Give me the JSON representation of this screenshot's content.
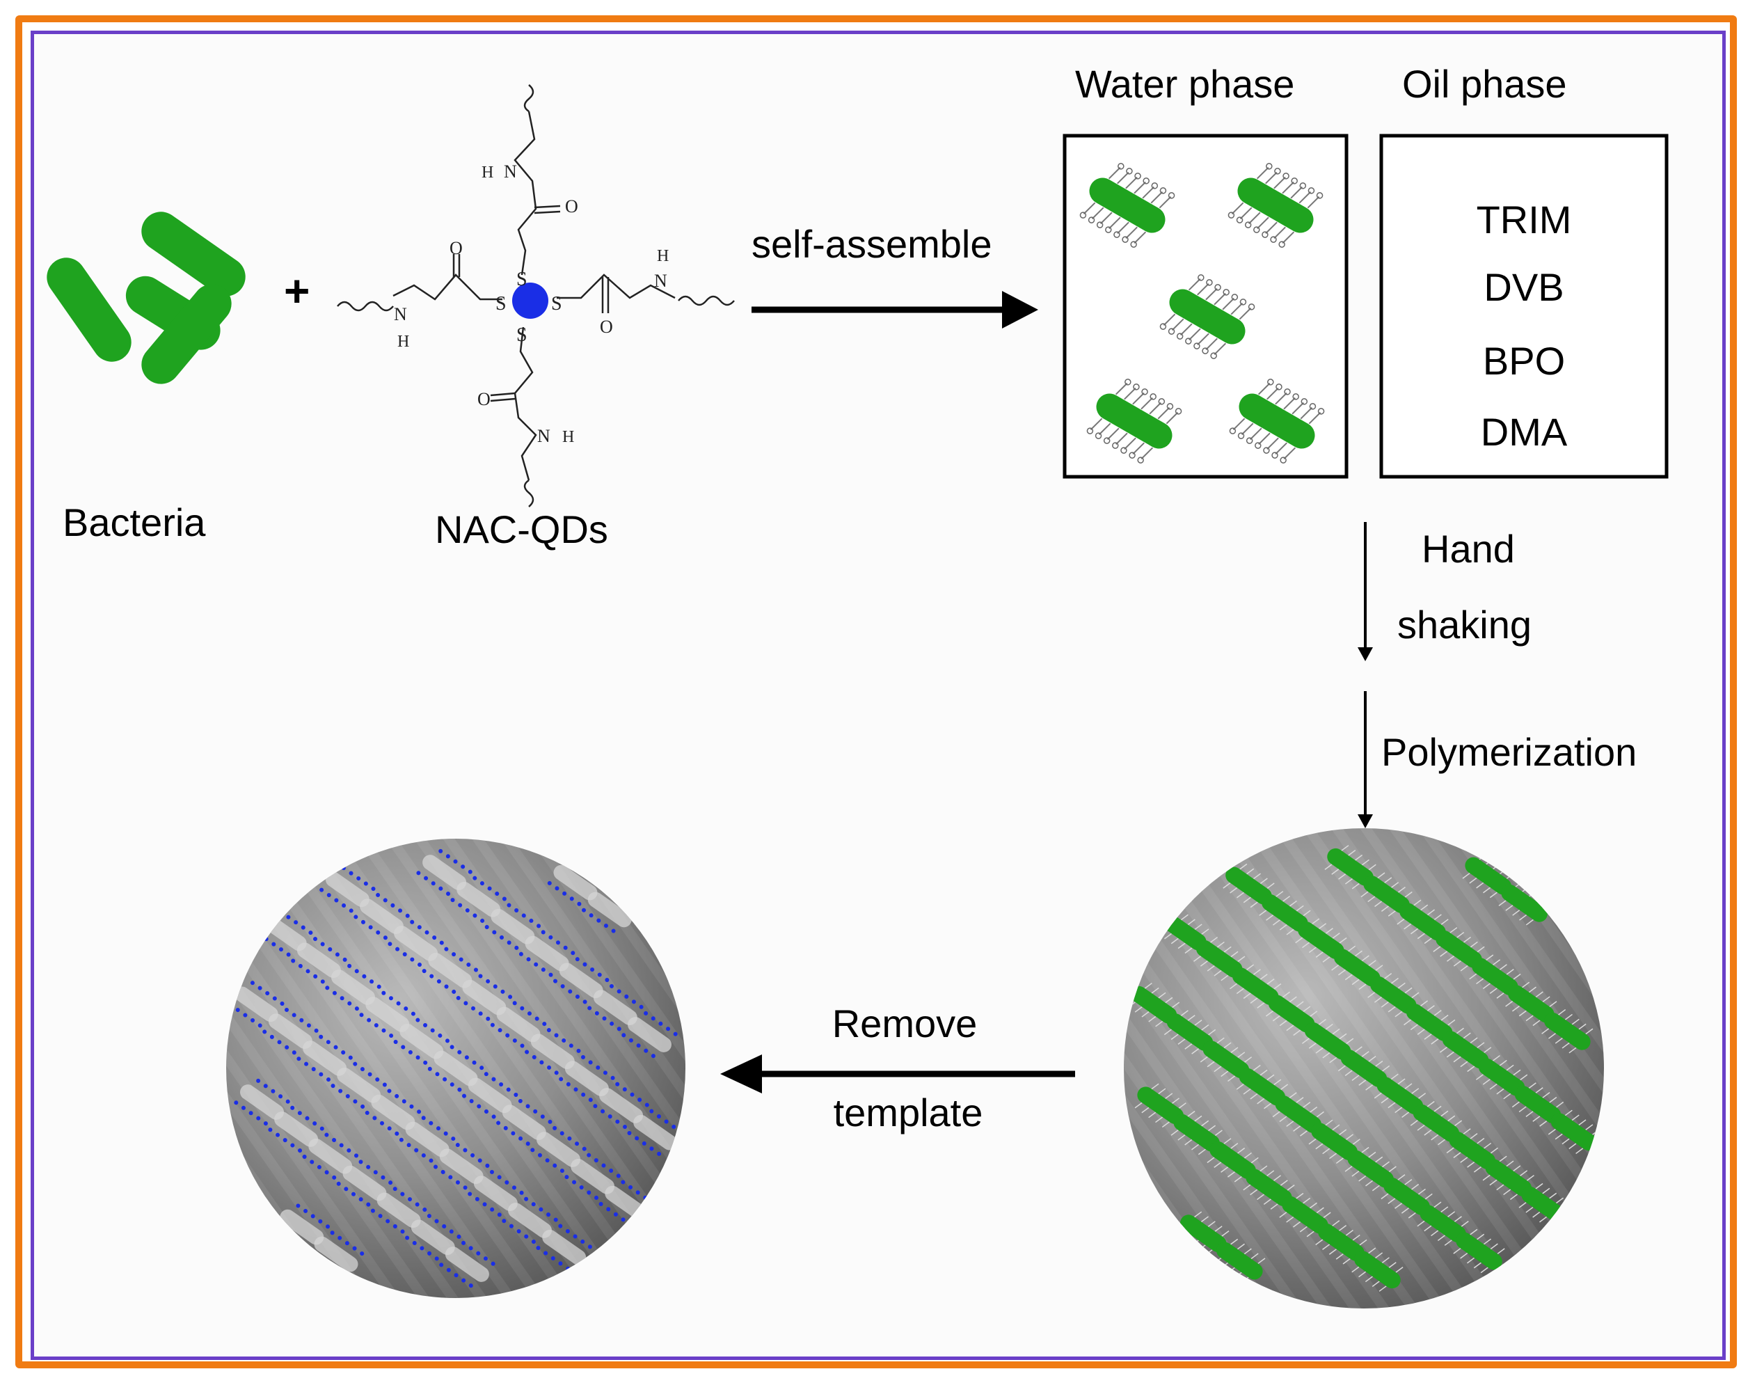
{
  "labels": {
    "bacteria": "Bacteria",
    "plus": "+",
    "nac_qds": "NAC-QDs",
    "self_assemble": "self-assemble",
    "water_phase": "Water phase",
    "oil_phase": "Oil phase",
    "oil_components": [
      "TRIM",
      "DVB",
      "BPO",
      "DMA"
    ],
    "hand": "Hand",
    "shaking": "shaking",
    "polymerization": "Polymerization",
    "remove": "Remove",
    "template": "template"
  },
  "chem_atoms": {
    "s": "S",
    "o": "O",
    "n": "N",
    "h": "H"
  },
  "colors": {
    "frame_outer": "#f07b12",
    "frame_inner": "#6a3fc8",
    "bacteria": "#1fa31f",
    "quantum_dot": "#1a2ee6",
    "sphere": "#8c8c8c"
  }
}
